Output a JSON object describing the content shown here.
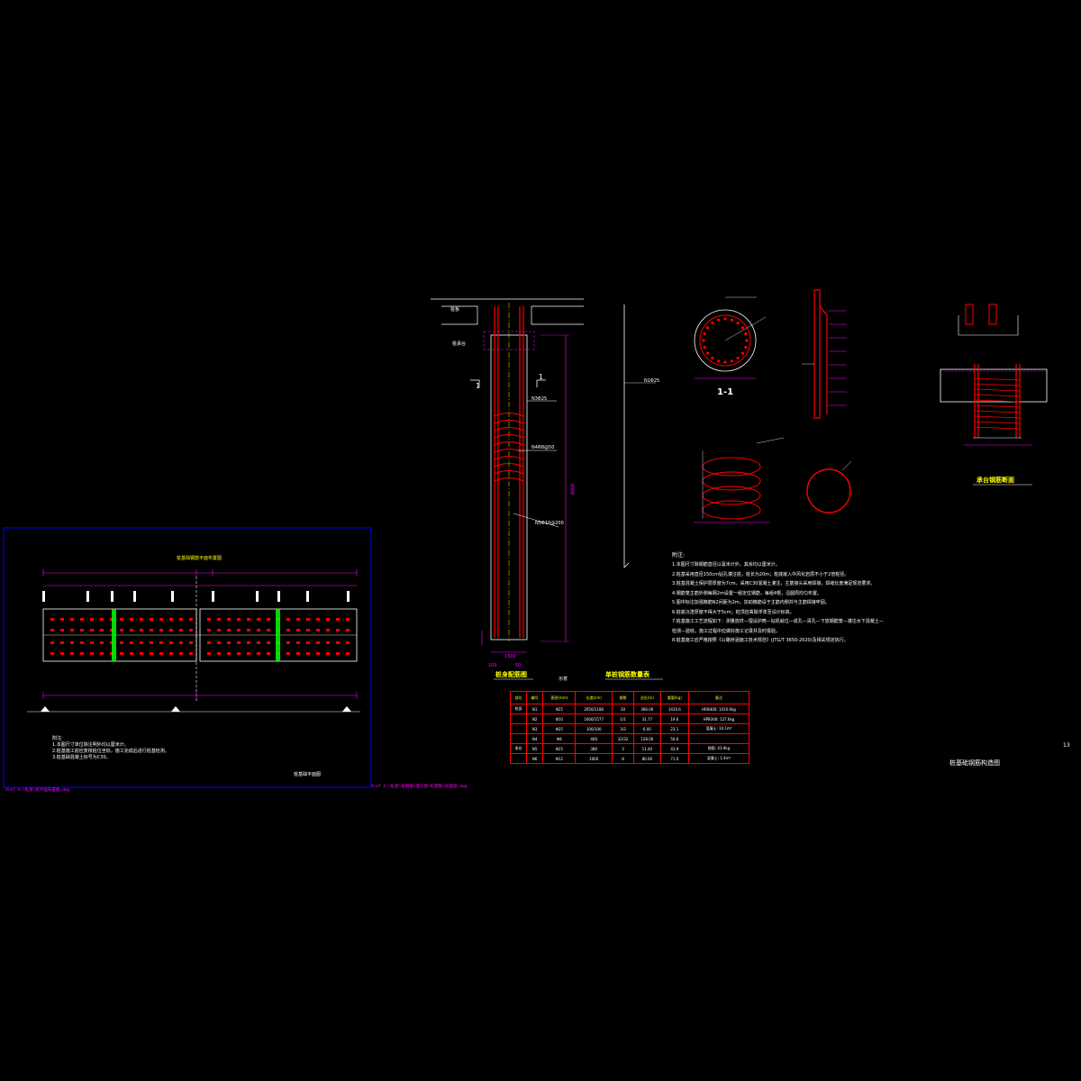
{
  "drawing_title": "桩基础钢筋构造图",
  "page_number": "13",
  "section_label": "1-1",
  "left_sheet": {
    "title": "桩基础钢筋平面布置图",
    "footer_title": "桩基础平面图",
    "file_path": "Xref A:\\桩基\\桩平面布置图.dwg",
    "notes": [
      "附注:",
      "1.本图尺寸单位除注明外均以厘米计。",
      "2.桩基施工前应复核桩位坐标，施工完成后进行桩基检测。",
      "3.桩基础混凝土标号为C30。"
    ]
  },
  "center_path": "Xref A:\\桩基\\桩钢筋\\施工图\\桩钢筋\\桩基础.dwg",
  "pile_elevation": {
    "title": "桩身配筋图",
    "scale": "示意",
    "labels": [
      "桩板",
      "桩承台",
      "N3Φ25",
      "N4Φ8@50",
      "N5Φ10@200",
      "1",
      "1",
      "8000",
      "1500",
      "100",
      "50"
    ]
  },
  "main_bar_label": "N1Φ25",
  "rebar_table": {
    "title": "单桩钢筋数量表",
    "headers": [
      "部位",
      "编号",
      "直径(mm)",
      "长度(cm)",
      "根数",
      "总长(m)",
      "重量(kg)",
      "备注"
    ],
    "rows": [
      [
        "桩身",
        "N1",
        "Φ25",
        "2050/1180",
        "20",
        "366.00",
        "1410.6",
        "HRB400: 1410.6kg"
      ],
      [
        "",
        "N2",
        "Φ10",
        "1600/1577",
        "1/1",
        "31.77",
        "19.6",
        "HPB300: 127.6kg"
      ],
      [
        "",
        "N3",
        "Φ25",
        "100/100",
        "3/3",
        "6.00",
        "23.1",
        "混凝土: 14.1m³"
      ],
      [
        "",
        "N4",
        "Φ8",
        "400",
        "32/32",
        "128.00",
        "50.6",
        ""
      ],
      [
        "承台",
        "N5",
        "Φ25",
        "380",
        "3",
        "11.40",
        "43.9",
        "钢筋: 43.9kg"
      ],
      [
        "",
        "N6",
        "Φ12",
        "1000",
        "8",
        "80.00",
        "71.0",
        "混凝土: 1.4m³"
      ]
    ]
  },
  "notes": {
    "heading": "附注:",
    "items": [
      "1.本图尺寸除钢筋直径以毫米计外，其余均以厘米计。",
      "2.桩基采用直径150cm钻孔灌注桩，桩长为20m；桩底嵌入中风化岩层不小于2倍桩径。",
      "3.桩基混凝土保护层厚度为7cm，采用C30混凝土灌注，主筋接头采用焊接，焊缝长度满足规范要求。",
      "4.钢筋笼主筋外侧每隔2m设置一组定位钢筋，每组4根，沿圆周均匀布置。",
      "5.图中标注加强箍筋N2间距为2m，加劲箍筋设于主筋内侧并与主筋焊接牢固。",
      "6.桩底沉渣厚度不得大于5cm；桩顶应凿除浮浆至设计标高。",
      "7.桩基施工工艺流程如下：测量放样—埋设护筒—钻机就位—成孔—清孔—下放钢筋笼—灌注水下混凝土—",
      "检测—验收。施工过程中应做好施工记录并及时报验。",
      "8.桩基施工应严格按照《公路桥涵施工技术规范》(JTG/T 3650-2020)及相关规定执行。"
    ]
  },
  "cap_section_title": "承台钢筋断面",
  "colors": {
    "background": "#000000",
    "frame": "#0000ff",
    "dims": "#ff00ff",
    "bars": "#ff0000",
    "text": "#ffffff",
    "accent": "#ffff00",
    "green": "#00ff00"
  }
}
